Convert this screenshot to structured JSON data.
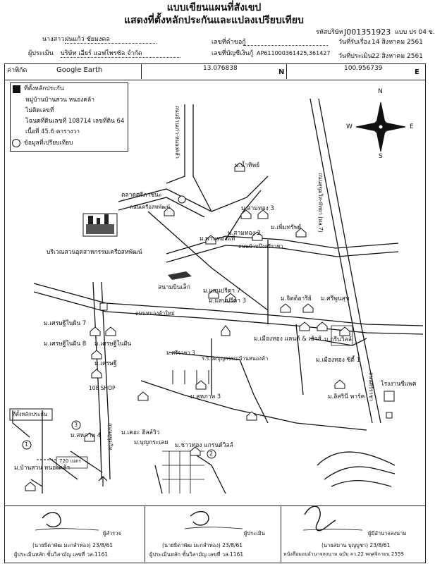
{
  "header": {
    "title": "แบบเขียนแผนที่สังเขป",
    "subtitle": "แสดงที่ตั้งหลักประกันและแปลงเปรียบเทียบ",
    "code_label": "รหัสบริษัท",
    "code_value": "J001351923",
    "form_code": "แบบ ปร 04 ข.",
    "owner_label": "นางสาว",
    "owner_value": "ฝนแก้ว ชัยมงคล",
    "appraiser_label": "ผู้ประเมิน",
    "appraiser_value": "บริษัท เอียร์ แอฟไพรซัล จำกัด",
    "contract_label": "เลขที่คำขอกู้",
    "account_label": "เลขที่บัญชีเงินกู้",
    "account_value": "AP6110003614​25,361427",
    "received_label": "วันที่รับเรื่อง",
    "received_value": "14 สิงหาคม 2561",
    "appraised_label": "วันที่ประเมิน",
    "appraised_value": "22 สิงหาคม 2561",
    "coord_label": "ค่าพิกัด",
    "coord_source": "Google Earth",
    "lat": "13.076838",
    "lat_suffix": "N",
    "lon": "100.956739",
    "lon_suffix": "E"
  },
  "legend": {
    "item1": "ที่ตั้งหลักประกัน",
    "item2": "หมู่บ้านบ้านสวน หนองคล้า",
    "item3": "ไม่ติดเลขที่",
    "item4": "โฉนดที่ดินเลขที่ 108714 เลขที่ดิน 64",
    "item5": "เนื้อที่ 45.6 ตารางวา",
    "item6": "ข้อมูลที่เปรียบเทียบ"
  },
  "compass": {
    "n": "N",
    "s": "S",
    "e": "E",
    "w": "W"
  },
  "map": {
    "labels": [
      "ถนนบ้านเก่า-หนองคล้า",
      "ม.น้ำทิพย์",
      "ตลาดศรีภาชนะ",
      "ถนนเครือสหพัฒน์",
      "ม.สามทอง 3",
      "ม.เพิ่มทรัพย์",
      "ม.สามทอง 2",
      "ม.พานทองแท้",
      "ถนนบ้านบึงศรีราชา",
      "บริเวณสวนอุตสาหกรรมเครือสหพัฒน์",
      "สนามบินเล็ก",
      "ม.แสนปรีดา 7",
      "ม.แสนปรีดา 3",
      "ม.จิตต์อารีย์",
      "ม.ศรีพูนสุข",
      "ถนนหนองค้าใหม่",
      "ม.เศรษฐีในฝัน 7",
      "ม.เศรษฐีในฝัน 8",
      "ม.เศรษฐีในฝัน",
      "ม.เมืองทอง แลนด์ & เฮ้าส์",
      "ม.กรีนวิลล์",
      "ม.เมืองทอง ซิตี้ 1",
      "ม.ศรีราชา 3",
      "ร.ร.วัดบุญกรรณบ้านหนองค้า",
      "ม.เศรษฐี",
      "108 SHOP",
      "ม.สหภาพ 3",
      "ม.อิสรินี พาร์ค",
      "โรงงานซีแพค",
      "ม.สหภาพ 4",
      "ที่ตั้งหลักประกัน",
      "ม.เคอะ ฮิลล์วิว",
      "ม.บุญกระเลย",
      "ม.ชาวทอง แกรนด์วิลล์",
      "720 เมตร",
      "ม.บ้านสวน หนองคล้า",
      "ถนนสุขุมวิท",
      "ถนนสุขุมวิท-พัทยา (ทล.7)",
      "ถนนศรีราชา",
      "1",
      "2",
      "3"
    ]
  },
  "signatures": {
    "s1_role": "ผู้สำรวจ",
    "s1_name": "(นายธิดาพัฒ มะกล่ำทอง) 23/8/61",
    "s1_note": "ผู้ประเมินหลัก ชั้นวิสามัญ เลขที่ วส.1161",
    "s2_role": "ผู้ประเมิน",
    "s2_name": "(นายธิดาพัฒ มะกล่ำทอง) 23/8/61",
    "s2_note": "ผู้ประเมินหลัก ชั้นวิสามัญ เลขที่ วส.1161",
    "s3_role": "ผู้มีอำนาจลงนาม",
    "s3_name": "(นายสมาน บุญบูชา) 23/8/61",
    "s3_note": "หนังสือมอบอำนาจลงนาม ฉบับ ลว.22 พฤศจิกายน 2559"
  }
}
